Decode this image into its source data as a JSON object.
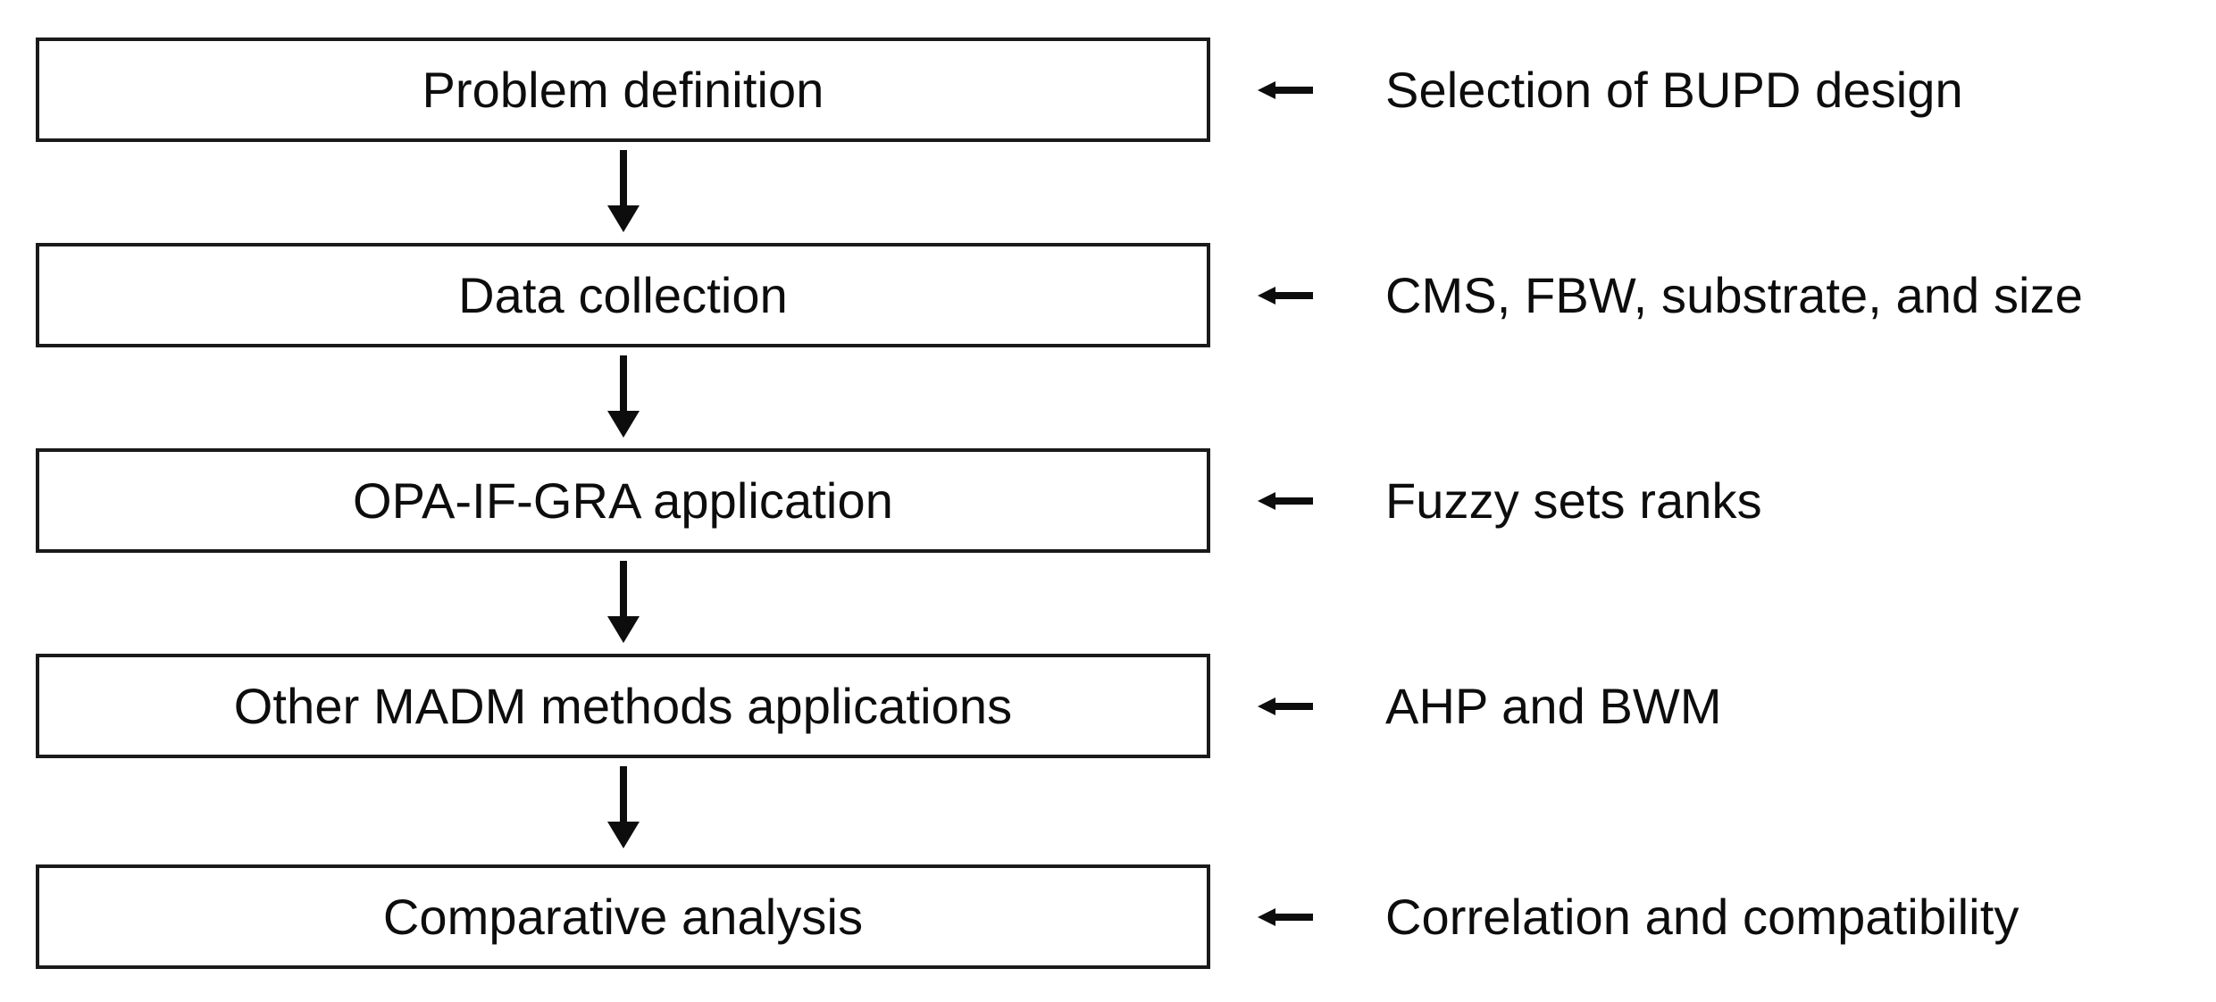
{
  "figure": {
    "type": "flowchart",
    "orientation": "vertical",
    "title": "",
    "steps": [
      {
        "id": "problem-definition",
        "label": "Problem definition",
        "note": "Selection of BUPD design",
        "connector_icon": "down-arrow-icon",
        "note_arrow_icon": "left-arrow-icon"
      },
      {
        "id": "data-collection",
        "label": "Data collection",
        "note": "CMS, FBW, substrate, and size",
        "connector_icon": "down-arrow-icon",
        "note_arrow_icon": "left-arrow-icon"
      },
      {
        "id": "opa-if-gra-application",
        "label": "OPA-IF-GRA application",
        "note": "Fuzzy sets ranks",
        "connector_icon": "down-arrow-icon",
        "note_arrow_icon": "left-arrow-icon"
      },
      {
        "id": "other-madm-methods-applications",
        "label": "Other MADM methods applications",
        "note": "AHP and BWM",
        "connector_icon": "down-arrow-icon",
        "note_arrow_icon": "left-arrow-icon"
      },
      {
        "id": "comparative-analysis",
        "label": "Comparative analysis",
        "note": "Correlation and compatibility",
        "connector_icon": "left-arrow-icon",
        "note_arrow_icon": "left-arrow-icon"
      }
    ]
  },
  "colors": {
    "background": "#ffffff",
    "box_border": "#1a1a1a",
    "text": "#0d0d0d",
    "arrow": "#0d0d0d"
  }
}
